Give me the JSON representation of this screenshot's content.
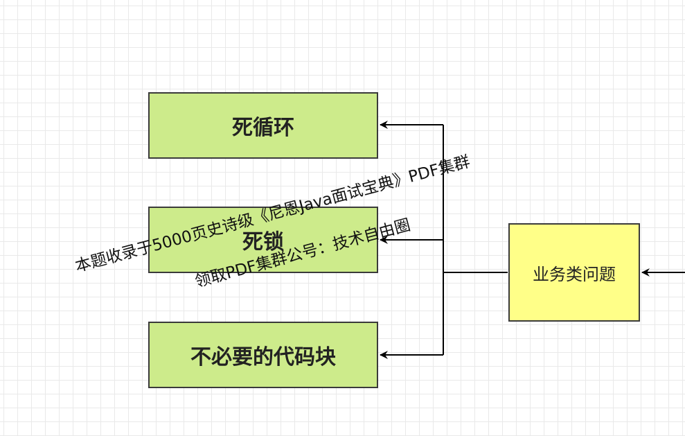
{
  "nodes": {
    "dead_loop": "死循环",
    "deadlock": "死锁",
    "unnecessary_code": "不必要的代码块",
    "business_issues": "业务类问题"
  },
  "watermark": {
    "line1": "本题收录于5000页史诗级《尼恩Java面试宝典》PDF集群",
    "line2": "领取PDF集群公号：技术自由圈"
  },
  "colors": {
    "green_fill": "#cdeb8b",
    "yellow_fill": "#ffff88",
    "stroke": "#3a3a3a"
  }
}
